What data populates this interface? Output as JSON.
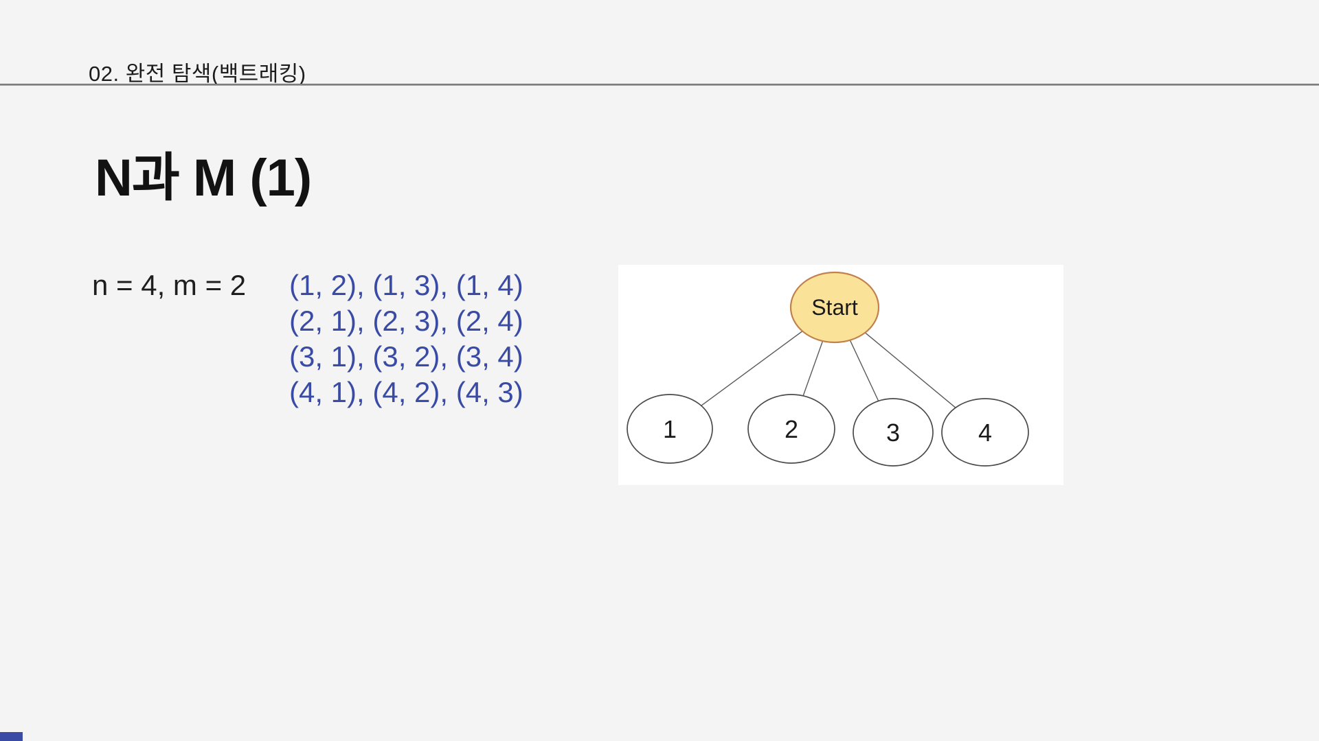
{
  "header": {
    "breadcrumb": "02. 완전 탐색(백트래킹)"
  },
  "title": "N과 M (1)",
  "body": {
    "params": "n = 4, m = 2",
    "pairs": [
      "(1, 2), (1, 3), (1, 4)",
      "(2, 1), (2, 3), (2, 4)",
      "(3, 1), (3, 2), (3, 4)",
      "(4, 1), (4, 2), (4, 3)"
    ]
  },
  "diagram": {
    "root_label": "Start",
    "child_labels": [
      "1",
      "2",
      "3",
      "4"
    ]
  },
  "colors": {
    "background": "#F4F4F4",
    "accent_blue": "#3A4BA5",
    "root_fill": "#FAE399",
    "root_stroke": "#C1804C",
    "node_stroke": "#4A4A4A",
    "edge": "#5A5A5A"
  }
}
